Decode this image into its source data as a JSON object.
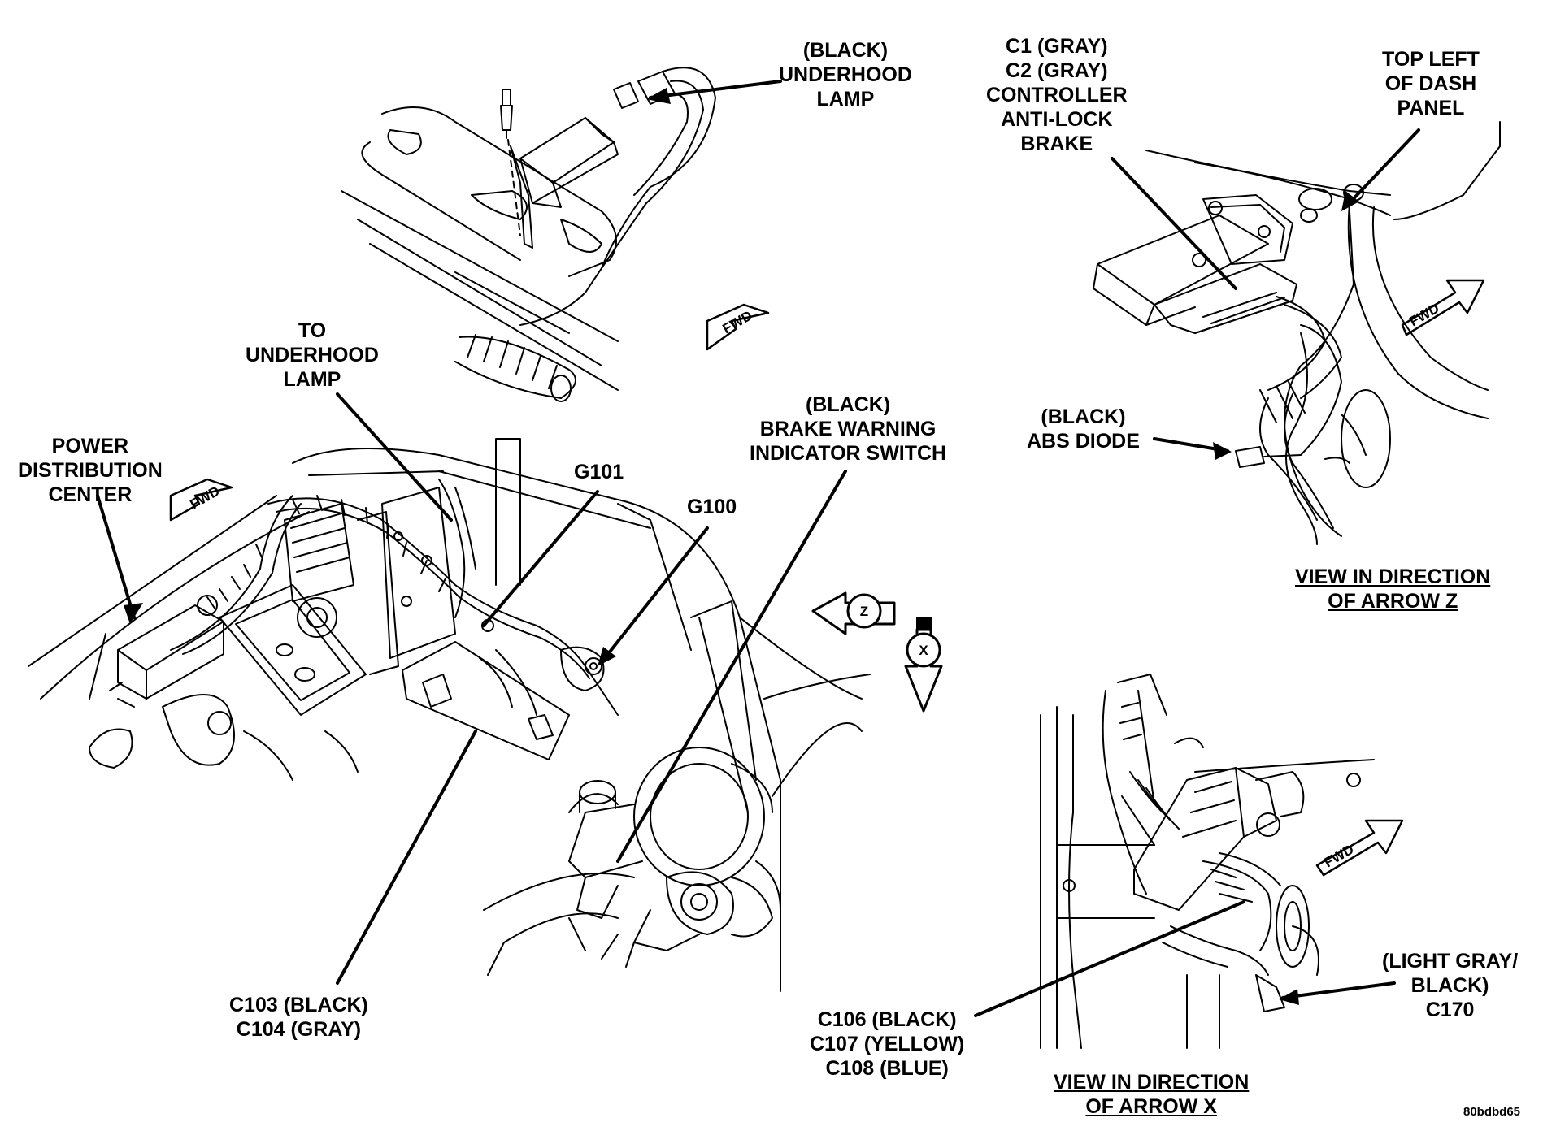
{
  "callouts": {
    "underhood_lamp_connector": [
      "(BLACK)",
      "UNDERHOOD",
      "LAMP"
    ],
    "abs_controller": [
      "C1 (GRAY)",
      "C2 (GRAY)",
      "CONTROLLER",
      "ANTI-LOCK",
      "BRAKE"
    ],
    "top_left_dash": [
      "TOP LEFT",
      "OF DASH",
      "PANEL"
    ],
    "to_underhood_lamp": [
      "TO",
      "UNDERHOOD",
      "LAMP"
    ],
    "power_distribution_center": [
      "POWER",
      "DISTRIBUTION",
      "CENTER"
    ],
    "brake_warning_switch": [
      "(BLACK)",
      "BRAKE WARNING",
      "INDICATOR SWITCH"
    ],
    "g101": "G101",
    "g100": "G100",
    "abs_diode": [
      "(BLACK)",
      "ABS DIODE"
    ],
    "c103_c104": [
      "C103 (BLACK)",
      "C104 (GRAY)"
    ],
    "c106_c108": [
      "C106 (BLACK)",
      "C107 (YELLOW)",
      "C108 (BLUE)"
    ],
    "c170": [
      "(LIGHT GRAY/",
      "BLACK)",
      "C170"
    ]
  },
  "views": {
    "arrow_z": [
      "VIEW IN DIRECTION",
      "OF ARROW Z"
    ],
    "arrow_x": [
      "VIEW IN DIRECTION",
      "OF ARROW X"
    ]
  },
  "markers": {
    "fwd": "FWD",
    "z": "Z",
    "x": "X"
  },
  "figure_code": "80bdbd65"
}
